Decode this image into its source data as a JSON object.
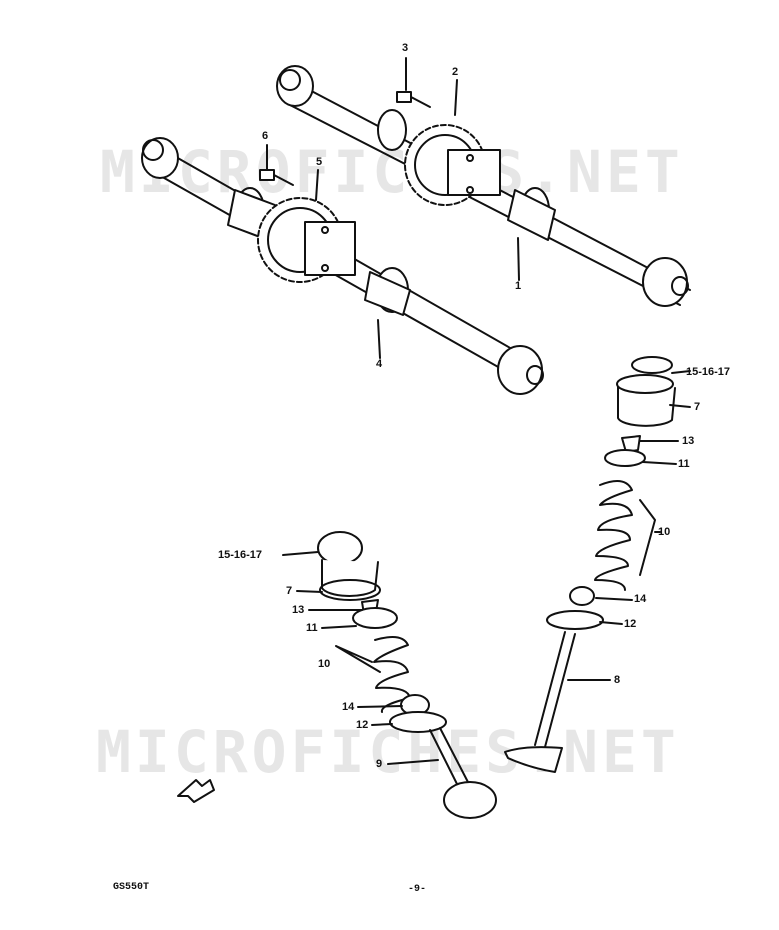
{
  "watermark": "MICROFICHES.NET",
  "labels": {
    "l1": "1",
    "l2": "2",
    "l3": "3",
    "l4": "4",
    "l5": "5",
    "l6": "6",
    "r15": "15-16-17",
    "r7": "7",
    "r13": "13",
    "r11": "11",
    "r10": "10",
    "r14": "14",
    "r12": "12",
    "r8": "8",
    "left15": "15-16-17",
    "left7": "7",
    "left13": "13",
    "left11": "11",
    "left10": "10",
    "left14": "14",
    "left12": "12",
    "left9": "9"
  },
  "footer": {
    "code": "GS550T",
    "page": "-9-"
  }
}
